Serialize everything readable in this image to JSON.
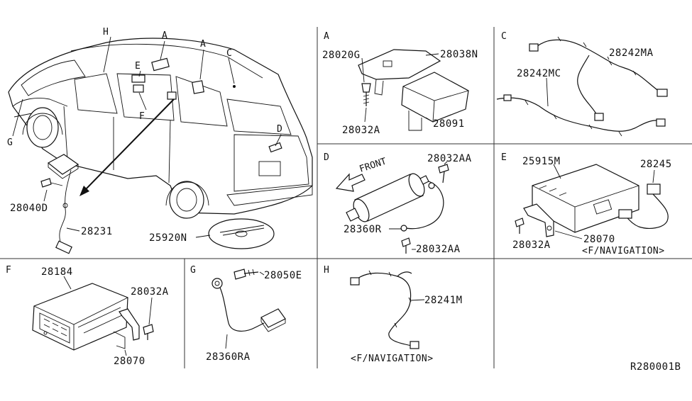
{
  "diagram_code": "R280001B",
  "sections": {
    "vehicle": {
      "callouts": {
        "h": "H",
        "a1": "A",
        "a2": "A",
        "c": "C",
        "e": "E",
        "f": "F",
        "g": "G",
        "d": "D"
      },
      "parts": {
        "p28040d": "28040D",
        "p28231": "28231",
        "p25920n": "25920N"
      }
    },
    "a": {
      "letter": "A",
      "parts": {
        "p28020g": "28020G",
        "p28038n": "28038N",
        "p28032a": "28032A",
        "p28091": "28091"
      }
    },
    "c": {
      "letter": "C",
      "parts": {
        "p28242ma": "28242MA",
        "p28242mc": "28242MC"
      }
    },
    "d": {
      "letter": "D",
      "front": "FRONT",
      "parts": {
        "p28032aa_top": "28032AA",
        "p28360r": "28360R",
        "p28032aa_bot": "28032AA"
      }
    },
    "e": {
      "letter": "E",
      "parts": {
        "p25915m": "25915M",
        "p28245": "28245",
        "p28070": "28070",
        "p28032a": "28032A"
      },
      "note": "<F/NAVIGATION>"
    },
    "f": {
      "letter": "F",
      "parts": {
        "p28184": "28184",
        "p28032a": "28032A",
        "p28070": "28070"
      }
    },
    "g": {
      "letter": "G",
      "parts": {
        "p28050e": "28050E",
        "p28360ra": "28360RA"
      }
    },
    "h": {
      "letter": "H",
      "parts": {
        "p28241m": "28241M"
      },
      "note": "<F/NAVIGATION>"
    }
  }
}
